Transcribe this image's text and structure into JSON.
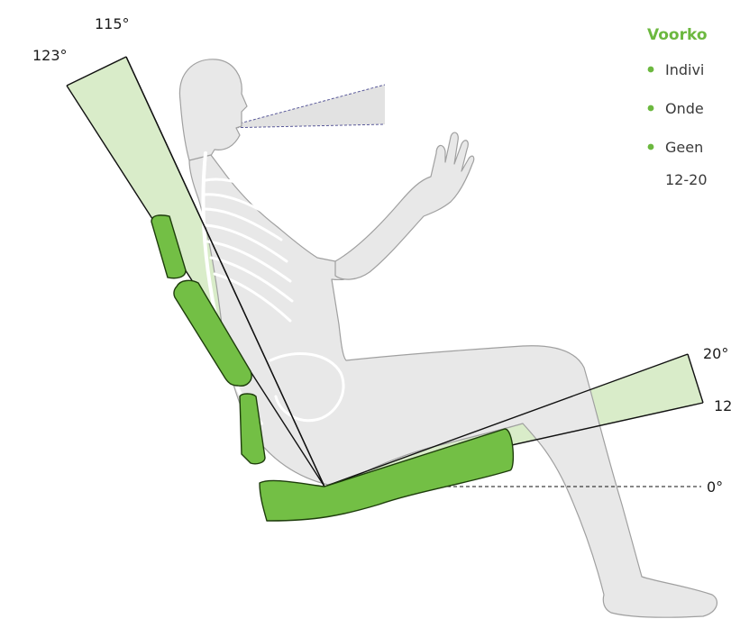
{
  "colors": {
    "accent_green": "#6cb83f",
    "pad_green": "#73bf45",
    "pad_outline": "#1e3d0c",
    "wedge_fill": "#d9ecc9",
    "body_fill": "#e6e6e6",
    "body_outline": "#9a9a9a",
    "skeleton": "#ffffff",
    "text": "#1a1a1a"
  },
  "legend": {
    "title": "Voorko",
    "bullets": [
      "Indivi",
      "Onde",
      "Geen"
    ],
    "continuation": "12-20"
  },
  "angles": {
    "backrest_upright": "115°",
    "backrest_reclined": "123°",
    "seat_max": "20°",
    "seat_min": "12",
    "horizontal": "0°"
  }
}
